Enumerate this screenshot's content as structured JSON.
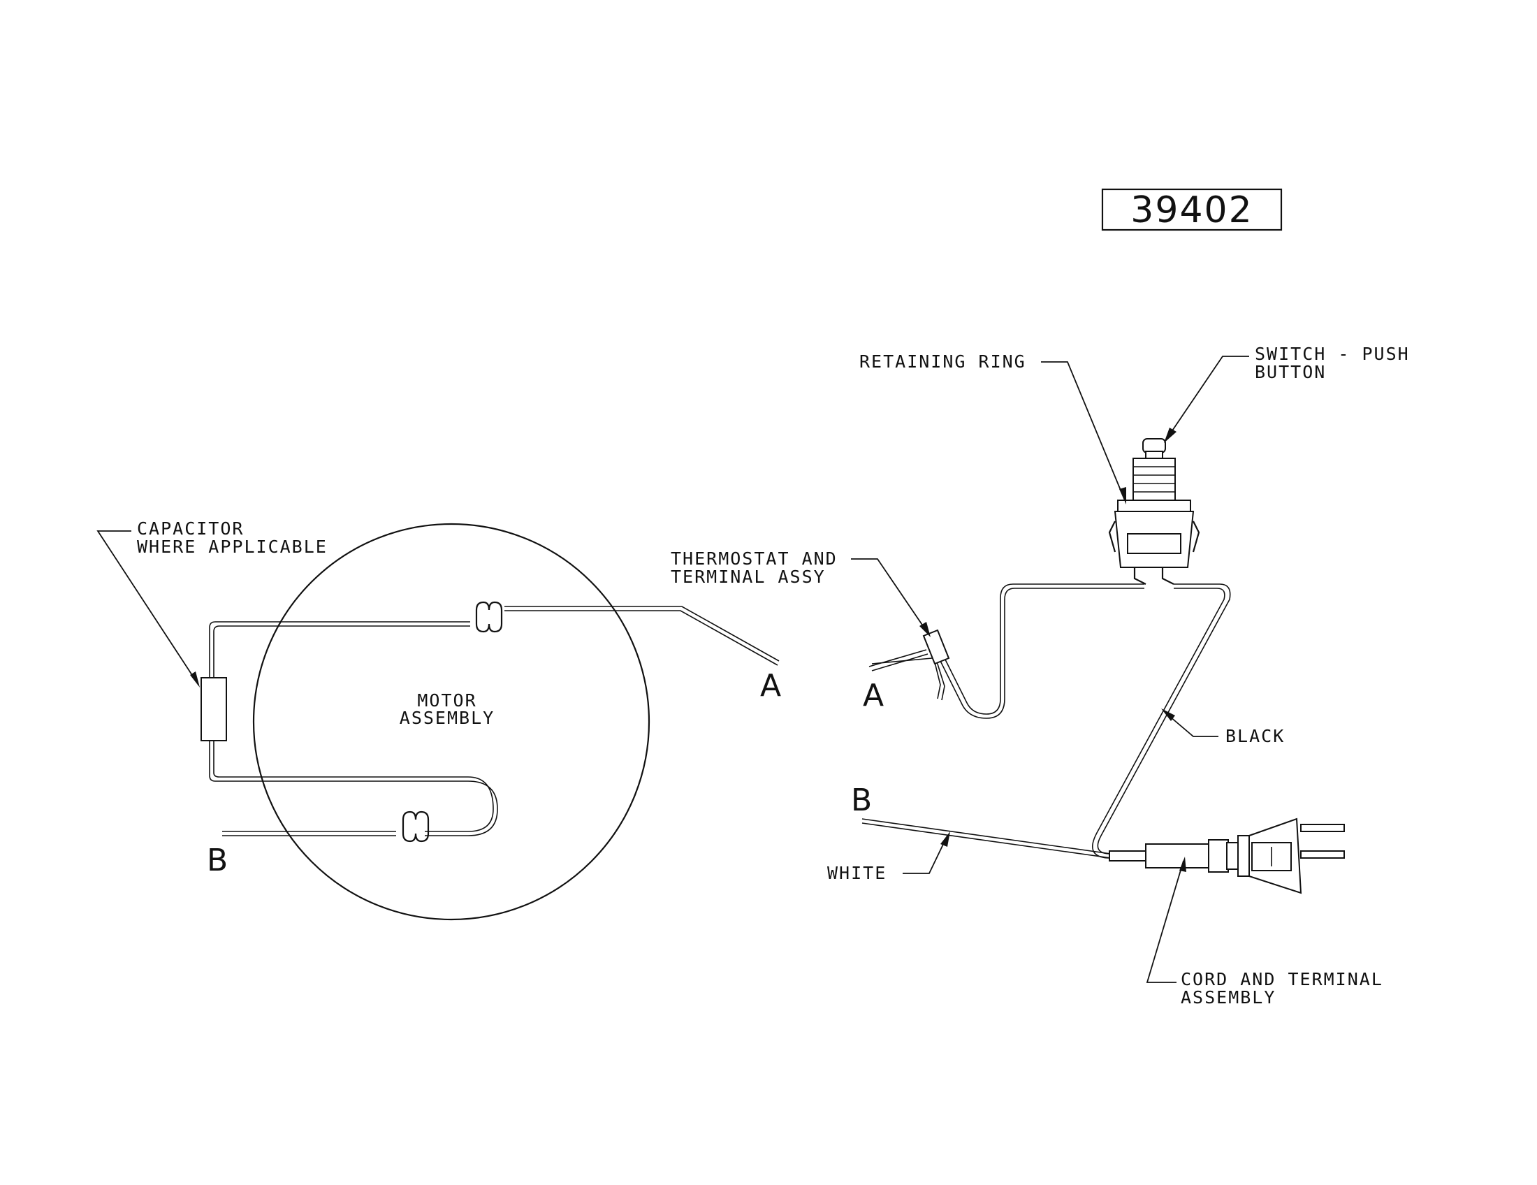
{
  "drawing": {
    "number": "39402"
  },
  "labels": {
    "capacitor_line1": "CAPACITOR",
    "capacitor_line2": "WHERE APPLICABLE",
    "motor_line1": "MOTOR",
    "motor_line2": "ASSEMBLY",
    "retaining_ring": "RETAINING RING",
    "switch_line1": "SWITCH - PUSH",
    "switch_line2": "BUTTON",
    "thermostat_line1": "THERMOSTAT AND",
    "thermostat_line2": "TERMINAL ASSY",
    "black": "BLACK",
    "white": "WHITE",
    "cord_line1": "CORD AND TERMINAL",
    "cord_line2": "ASSEMBLY"
  },
  "connections": {
    "a_left": "A",
    "b_left": "B",
    "a_right": "A",
    "b_right": "B"
  }
}
